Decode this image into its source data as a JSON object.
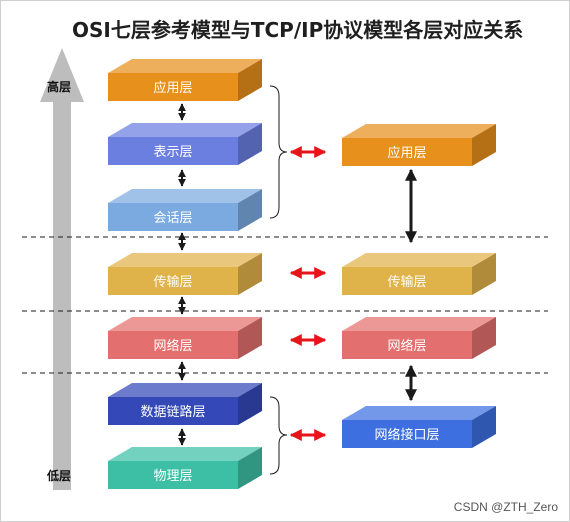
{
  "title": "OSI七层参考模型与TCP/IP协议模型各层对应关系",
  "axis": {
    "top_label": "高层",
    "bottom_label": "低层"
  },
  "osi_layers": [
    {
      "label": "应用层",
      "color": "#E8901C"
    },
    {
      "label": "表示层",
      "color": "#6B7FE0"
    },
    {
      "label": "会话层",
      "color": "#7BAAE0"
    },
    {
      "label": "传输层",
      "color": "#E0B24A"
    },
    {
      "label": "网络层",
      "color": "#E3706E"
    },
    {
      "label": "数据链路层",
      "color": "#3448B8"
    },
    {
      "label": "物理层",
      "color": "#3DBFA6"
    }
  ],
  "tcpip_layers": [
    {
      "label": "应用层",
      "color": "#E8901C"
    },
    {
      "label": "传输层",
      "color": "#E0B24A"
    },
    {
      "label": "网络层",
      "color": "#E3706E"
    },
    {
      "label": "网络接口层",
      "color": "#3D6FE0"
    }
  ],
  "watermark": "CSDN @ZTH_Zero",
  "colors": {
    "mapping_arrow": "#E8141B",
    "connector": "#1a1a1a",
    "axis_arrow": "#bdbdbd",
    "divider": "#1a1a1a"
  }
}
